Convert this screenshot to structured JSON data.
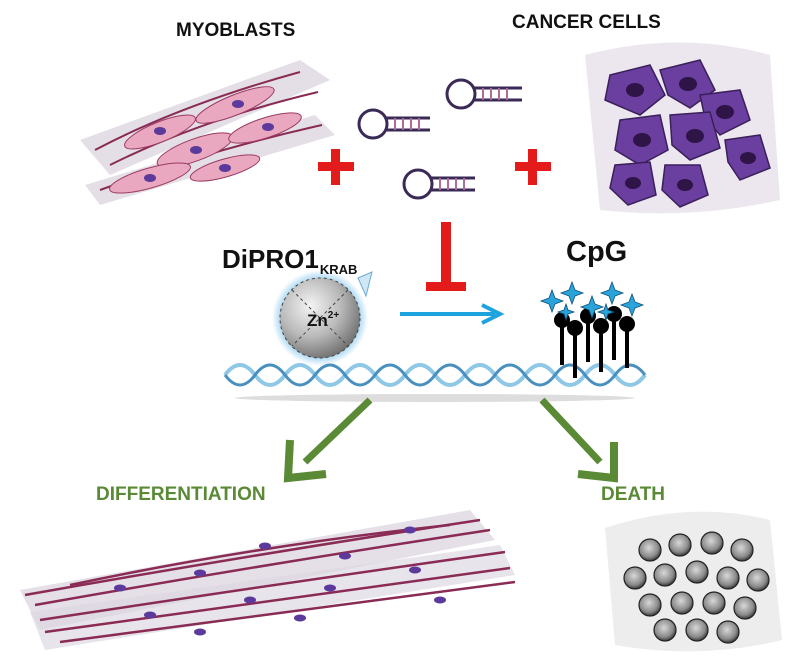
{
  "labels": {
    "myoblasts": "MYOBLASTS",
    "cancer_cells": "CANCER CELLS",
    "dipro": "DiPRO1",
    "dipro_sub": "KRAB",
    "zn": "Zn",
    "zn_charge": "2+",
    "cpg": "CpG",
    "differentiation": "DIFFERENTIATION",
    "death": "DEATH"
  },
  "colors": {
    "plus": "#e31b1b",
    "inhibit": "#e31b1b",
    "arrow_blue": "#1fa3dc",
    "arrow_green": "#5a8a35",
    "dna": "#8fc8e6",
    "cell_pink": "#e9a8c0",
    "nucleus": "#5b3a9b",
    "cancer_purple": "#6b3fa0"
  },
  "icons": [
    "hairpin-rna-icon",
    "plus-icon",
    "inhibition-icon",
    "cpg-motif-icon",
    "zinc-finger-protein-icon"
  ]
}
